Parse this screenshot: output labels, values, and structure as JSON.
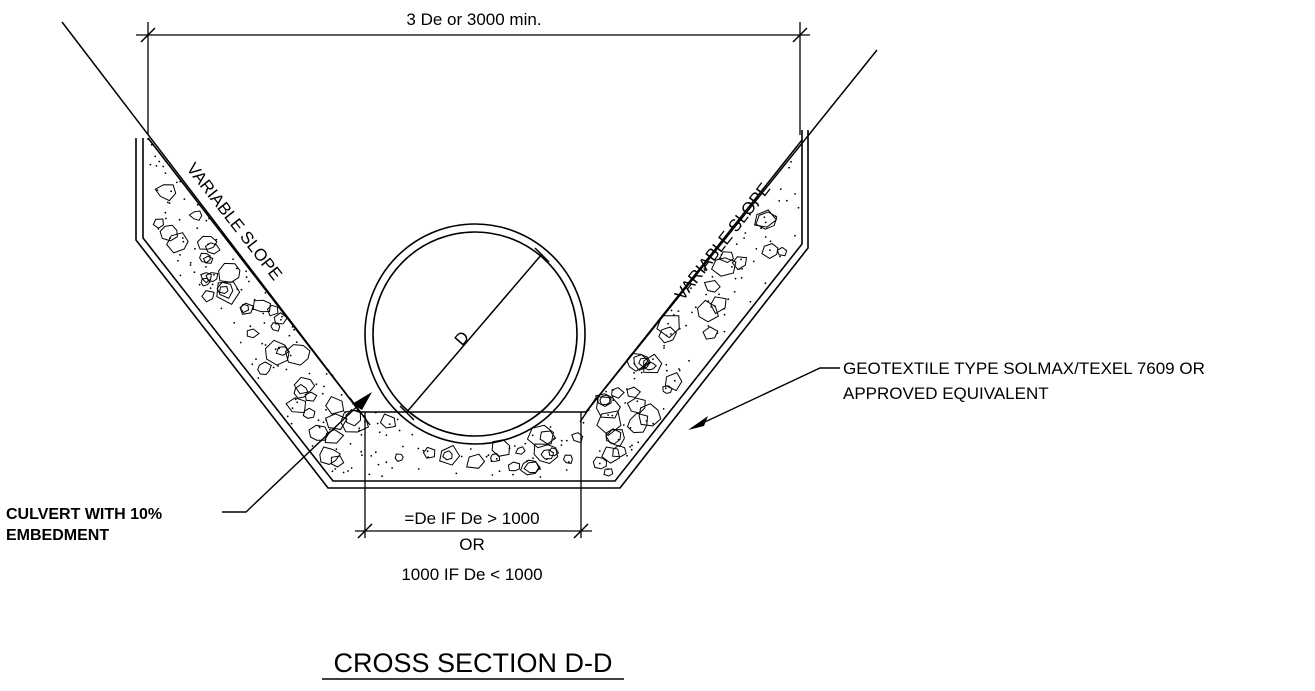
{
  "diagram": {
    "title": "CROSS SECTION D-D",
    "top_dimension": "3 De or 3000 min.",
    "slope_left": "VARIABLE SLOPE",
    "slope_right": "VARIABLE SLOPE",
    "diameter_label": "D",
    "bottom_dimension": {
      "line1": "=De IF De > 1000",
      "line2": "OR",
      "line3": "1000 IF De < 1000"
    },
    "geotextile_note": {
      "line1": "GEOTEXTILE TYPE SOLMAX/TEXEL 7609 OR",
      "line2": "APPROVED EQUIVALENT"
    },
    "culvert_note": {
      "line1": "CULVERT WITH 10%",
      "line2": "EMBEDMENT"
    }
  }
}
